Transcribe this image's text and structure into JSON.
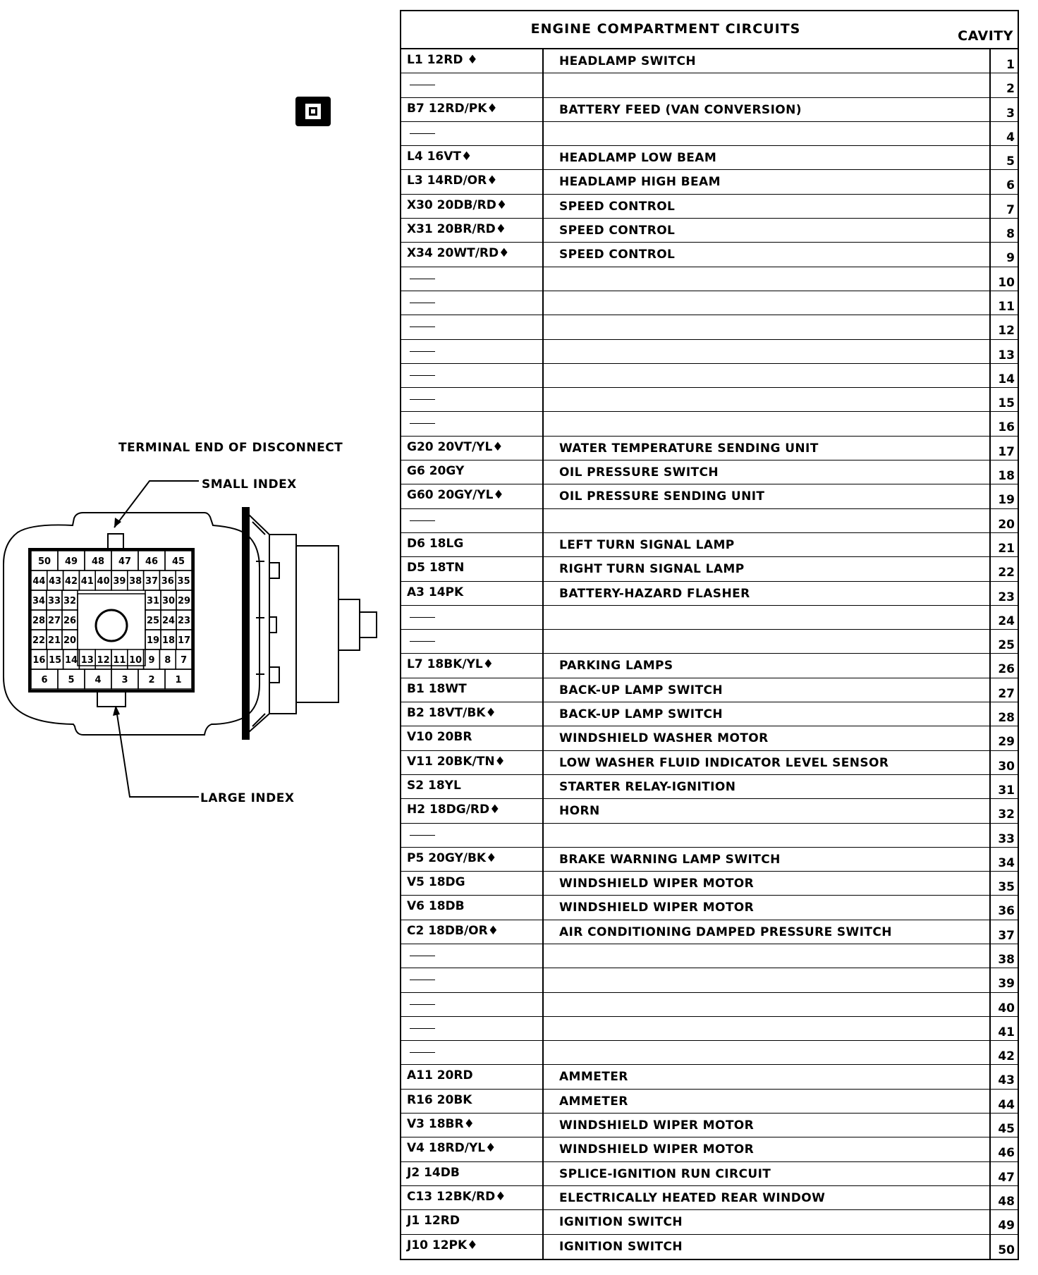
{
  "diagram": {
    "caption": "TERMINAL END OF DISCONNECT",
    "small_index_label": "SMALL INDEX",
    "large_index_label": "LARGE INDEX",
    "pin_rows": [
      [
        "50",
        "49",
        "48",
        "47",
        "46",
        "45"
      ],
      [
        "44",
        "43",
        "42",
        "41",
        "40",
        "39",
        "38",
        "37",
        "36",
        "35"
      ],
      [
        "34",
        "33",
        "32",
        "31",
        "30",
        "29"
      ],
      [
        "28",
        "27",
        "26",
        "25",
        "24",
        "23"
      ],
      [
        "22",
        "21",
        "20",
        "19",
        "18",
        "17"
      ],
      [
        "16",
        "15",
        "14",
        "13",
        "12",
        "11",
        "10",
        "9",
        "8",
        "7"
      ],
      [
        "6",
        "5",
        "4",
        "3",
        "2",
        "1"
      ]
    ]
  },
  "table": {
    "title": "ENGINE COMPARTMENT CIRCUITS",
    "cavity_header": "CAVITY",
    "rows": [
      {
        "wire": "L1 12RD ♦",
        "desc": "HEADLAMP SWITCH",
        "cavity": "1"
      },
      {
        "wire": "",
        "desc": "",
        "cavity": "2"
      },
      {
        "wire": "B7 12RD/PK♦",
        "desc": "BATTERY FEED (VAN CONVERSION)",
        "cavity": "3"
      },
      {
        "wire": "",
        "desc": "",
        "cavity": "4"
      },
      {
        "wire": "L4 16VT♦",
        "desc": "HEADLAMP LOW BEAM",
        "cavity": "5"
      },
      {
        "wire": "L3 14RD/OR♦",
        "desc": "HEADLAMP HIGH BEAM",
        "cavity": "6"
      },
      {
        "wire": "X30 20DB/RD♦",
        "desc": "SPEED CONTROL",
        "cavity": "7"
      },
      {
        "wire": "X31 20BR/RD♦",
        "desc": "SPEED CONTROL",
        "cavity": "8"
      },
      {
        "wire": "X34 20WT/RD♦",
        "desc": "SPEED CONTROL",
        "cavity": "9"
      },
      {
        "wire": "",
        "desc": "",
        "cavity": "10"
      },
      {
        "wire": "",
        "desc": "",
        "cavity": "11"
      },
      {
        "wire": "",
        "desc": "",
        "cavity": "12"
      },
      {
        "wire": "",
        "desc": "",
        "cavity": "13"
      },
      {
        "wire": "",
        "desc": "",
        "cavity": "14"
      },
      {
        "wire": "",
        "desc": "",
        "cavity": "15"
      },
      {
        "wire": "",
        "desc": "",
        "cavity": "16"
      },
      {
        "wire": "G20 20VT/YL♦",
        "desc": "WATER TEMPERATURE SENDING UNIT",
        "cavity": "17"
      },
      {
        "wire": "G6 20GY",
        "desc": "OIL PRESSURE SWITCH",
        "cavity": "18"
      },
      {
        "wire": "G60 20GY/YL♦",
        "desc": "OIL PRESSURE SENDING UNIT",
        "cavity": "19"
      },
      {
        "wire": "",
        "desc": "",
        "cavity": "20"
      },
      {
        "wire": "D6 18LG",
        "desc": "LEFT TURN SIGNAL LAMP",
        "cavity": "21"
      },
      {
        "wire": "D5 18TN",
        "desc": "RIGHT TURN SIGNAL LAMP",
        "cavity": "22"
      },
      {
        "wire": "A3 14PK",
        "desc": "BATTERY-HAZARD FLASHER",
        "cavity": "23"
      },
      {
        "wire": "",
        "desc": "",
        "cavity": "24"
      },
      {
        "wire": "",
        "desc": "",
        "cavity": "25"
      },
      {
        "wire": "L7 18BK/YL♦",
        "desc": "PARKING LAMPS",
        "cavity": "26"
      },
      {
        "wire": "B1 18WT",
        "desc": "BACK-UP LAMP SWITCH",
        "cavity": "27"
      },
      {
        "wire": "B2 18VT/BK♦",
        "desc": "BACK-UP LAMP SWITCH",
        "cavity": "28"
      },
      {
        "wire": "V10 20BR",
        "desc": "WINDSHIELD WASHER MOTOR",
        "cavity": "29"
      },
      {
        "wire": "V11 20BK/TN♦",
        "desc": "LOW WASHER FLUID INDICATOR LEVEL SENSOR",
        "cavity": "30"
      },
      {
        "wire": "S2 18YL",
        "desc": "STARTER RELAY-IGNITION",
        "cavity": "31"
      },
      {
        "wire": "H2 18DG/RD♦",
        "desc": "HORN",
        "cavity": "32"
      },
      {
        "wire": "",
        "desc": "",
        "cavity": "33"
      },
      {
        "wire": "P5 20GY/BK♦",
        "desc": "BRAKE WARNING LAMP SWITCH",
        "cavity": "34"
      },
      {
        "wire": "V5 18DG",
        "desc": "WINDSHIELD WIPER MOTOR",
        "cavity": "35"
      },
      {
        "wire": "V6 18DB",
        "desc": "WINDSHIELD WIPER MOTOR",
        "cavity": "36"
      },
      {
        "wire": "C2 18DB/OR♦",
        "desc": "AIR CONDITIONING DAMPED PRESSURE SWITCH",
        "cavity": "37"
      },
      {
        "wire": "",
        "desc": "",
        "cavity": "38"
      },
      {
        "wire": "",
        "desc": "",
        "cavity": "39"
      },
      {
        "wire": "",
        "desc": "",
        "cavity": "40"
      },
      {
        "wire": "",
        "desc": "",
        "cavity": "41"
      },
      {
        "wire": "",
        "desc": "",
        "cavity": "42"
      },
      {
        "wire": "A11 20RD",
        "desc": "AMMETER",
        "cavity": "43"
      },
      {
        "wire": "R16 20BK",
        "desc": "AMMETER",
        "cavity": "44"
      },
      {
        "wire": "V3 18BR♦",
        "desc": "WINDSHIELD WIPER MOTOR",
        "cavity": "45"
      },
      {
        "wire": "V4 18RD/YL♦",
        "desc": "WINDSHIELD WIPER MOTOR",
        "cavity": "46"
      },
      {
        "wire": "J2 14DB",
        "desc": "SPLICE-IGNITION RUN CIRCUIT",
        "cavity": "47"
      },
      {
        "wire": "C13 12BK/RD♦",
        "desc": "ELECTRICALLY HEATED REAR WINDOW",
        "cavity": "48"
      },
      {
        "wire": "J1 12RD",
        "desc": "IGNITION SWITCH",
        "cavity": "49"
      },
      {
        "wire": "J10 12PK♦",
        "desc": "IGNITION SWITCH",
        "cavity": "50"
      }
    ]
  }
}
